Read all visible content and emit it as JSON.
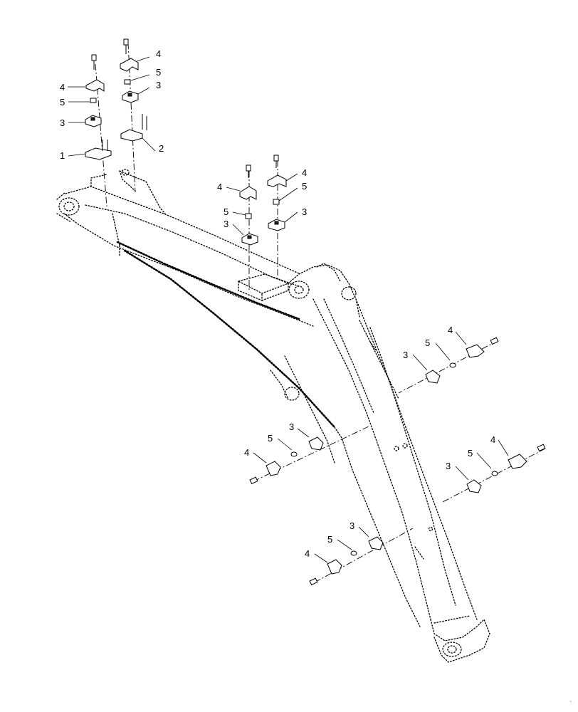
{
  "callouts": [
    "1",
    "2",
    "3",
    "4",
    "5"
  ],
  "corner_mark": "`"
}
